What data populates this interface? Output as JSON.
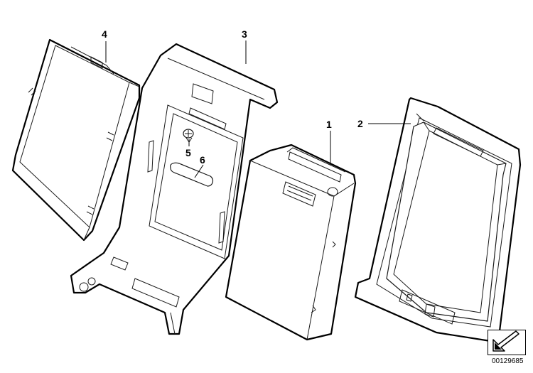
{
  "callouts": [
    {
      "label": "1",
      "part": "electronic-module"
    },
    {
      "label": "2",
      "part": "display-frame"
    },
    {
      "label": "3",
      "part": "mounting-bracket"
    },
    {
      "label": "4",
      "part": "cover-panel"
    },
    {
      "label": "5",
      "part": "screw"
    },
    {
      "label": "6",
      "part": "pad"
    }
  ],
  "reference_number": "00129685",
  "icons": {
    "orientation": "arrow-icon"
  }
}
